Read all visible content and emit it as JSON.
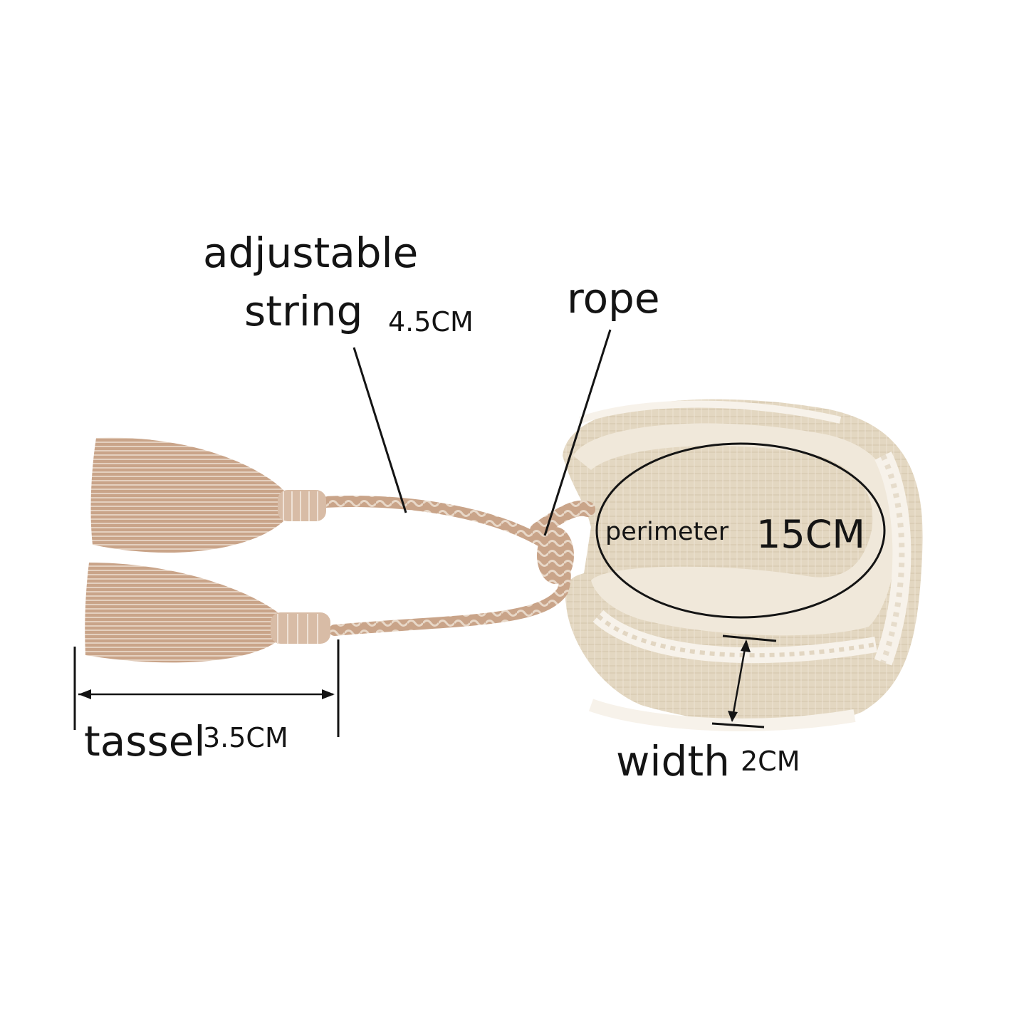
{
  "labels": {
    "adjustable_line1": "adjustable",
    "adjustable_line2": "string",
    "string_size": "4.5CM",
    "rope": "rope",
    "perimeter": "perimeter",
    "perimeter_size": "15CM",
    "tassel": "tassel",
    "tassel_size": "3.5CM",
    "width": "width",
    "width_size": "2CM"
  },
  "colors": {
    "background": "#ffffff",
    "text": "#141414",
    "tassel": "#c9a489",
    "tassel_highlight": "#efe2d6",
    "band": "#e3d7c1",
    "band_stripe": "#f7f2ea",
    "line": "#141414"
  }
}
